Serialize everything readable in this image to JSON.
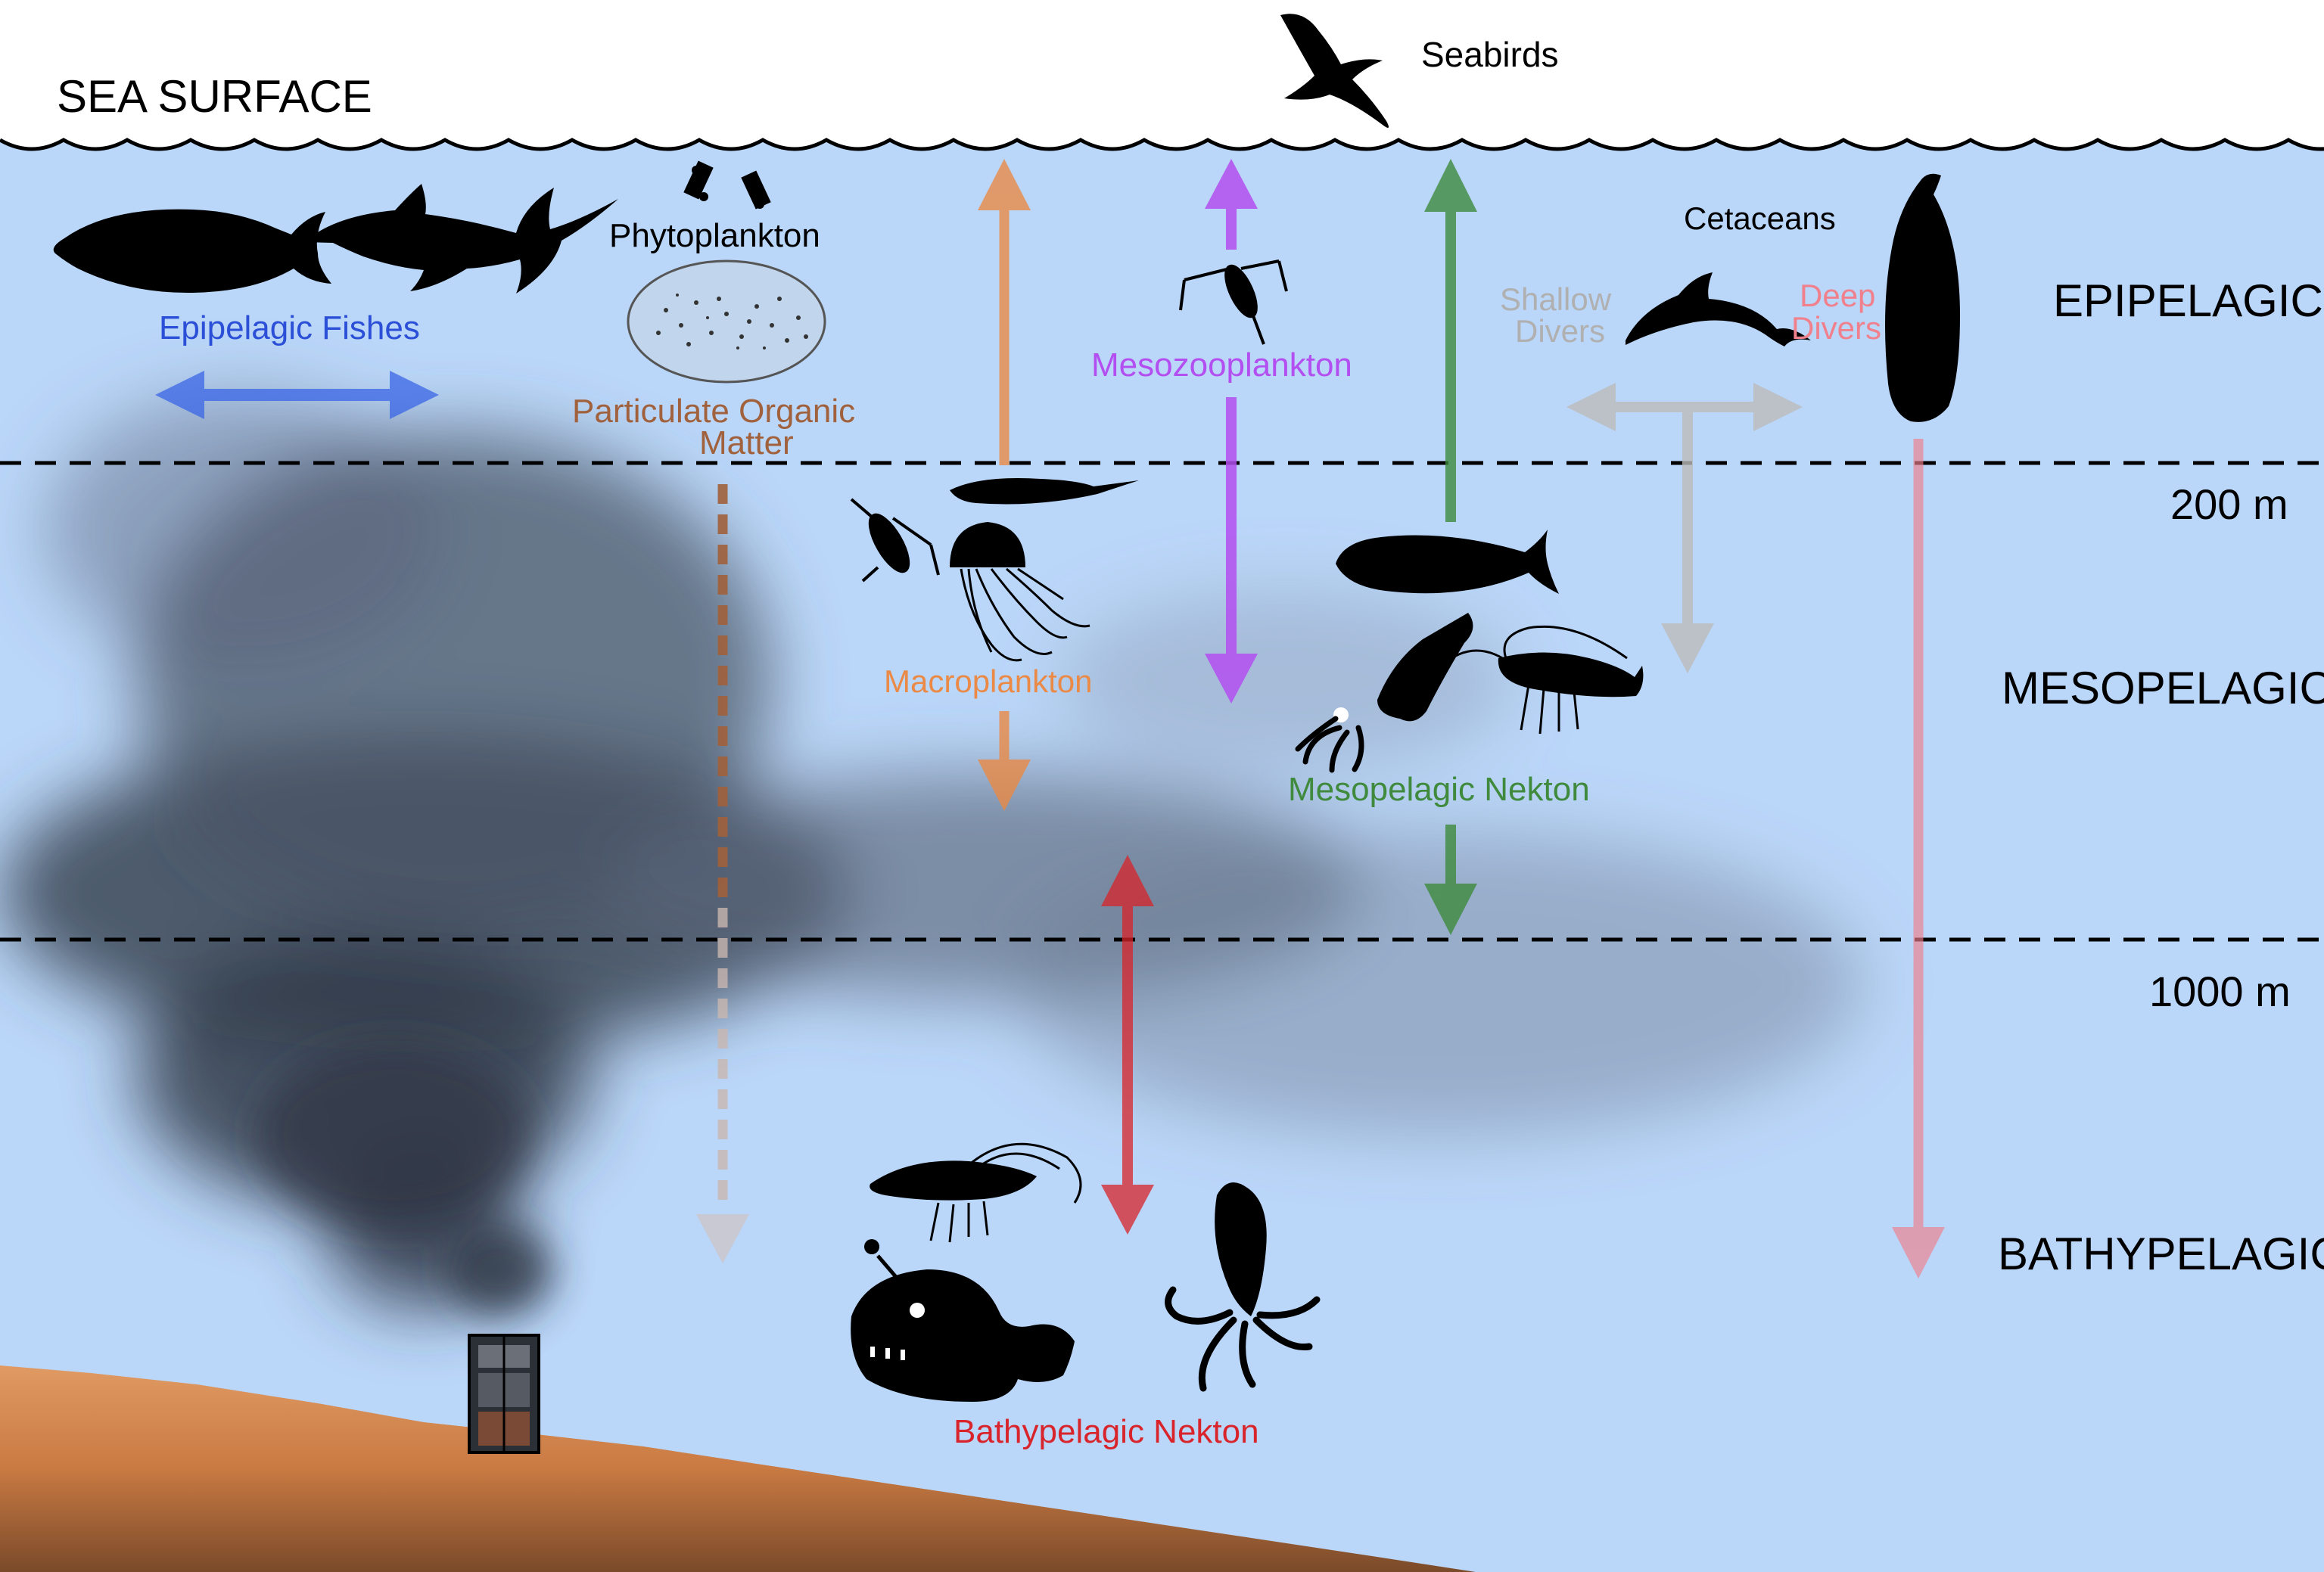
{
  "labels": {
    "sea_surface": "SEA SURFACE",
    "seabirds": "Seabirds",
    "phytoplankton": "Phytoplankton",
    "cetaceans": "Cetaceans",
    "epipelagic_fishes": "Epipelagic Fishes",
    "pom_line1": "Particulate Organic",
    "pom_line2": "Matter",
    "mesozooplankton": "Mesozooplankton",
    "shallow_line1": "Shallow",
    "shallow_line2": "Divers",
    "deep_line1": "Deep",
    "deep_line2": "Divers",
    "macroplankton": "Macroplankton",
    "mesopelagic_nekton": "Mesopelagic Nekton",
    "bathypelagic_nekton": "Bathypelagic Nekton"
  },
  "zones": {
    "epipelagic": "EPIPELAGIC",
    "depth_200": "200 m",
    "mesopelagic": "MESOPELAGIC",
    "depth_1000": "1000 m",
    "bathypelagic": "BATHYPELAGIC"
  },
  "colors": {
    "sky": "#ffffff",
    "water": "#bad6f8",
    "seabed": "#d88a52",
    "plume": "#3b4554",
    "epipelagic_fishes": "#2b4fd6",
    "pom": "#a0613c",
    "mesozooplankton": "#b34ff0",
    "macroplankton": "#ea8a46",
    "mesopelagic_nekton": "#3f8a3d",
    "bathypelagic_nekton": "#d8242a",
    "shallow_divers": "#b7b7b7",
    "deep_divers": "#f0808c",
    "silhouette": "#000000"
  },
  "icons": [
    "seabird-icon",
    "tuna-icon",
    "swordfish-icon",
    "phytoplankton-icon",
    "pom-blob-icon",
    "copepod-icon",
    "krill-icon",
    "jellyfish-icon",
    "lanternfish-icon",
    "squid-icon",
    "shrimp-icon",
    "dolphin-icon",
    "sperm-whale-icon",
    "anglerfish-icon",
    "deep-shrimp-icon",
    "deep-squid-icon",
    "sediment-trap-icon"
  ]
}
